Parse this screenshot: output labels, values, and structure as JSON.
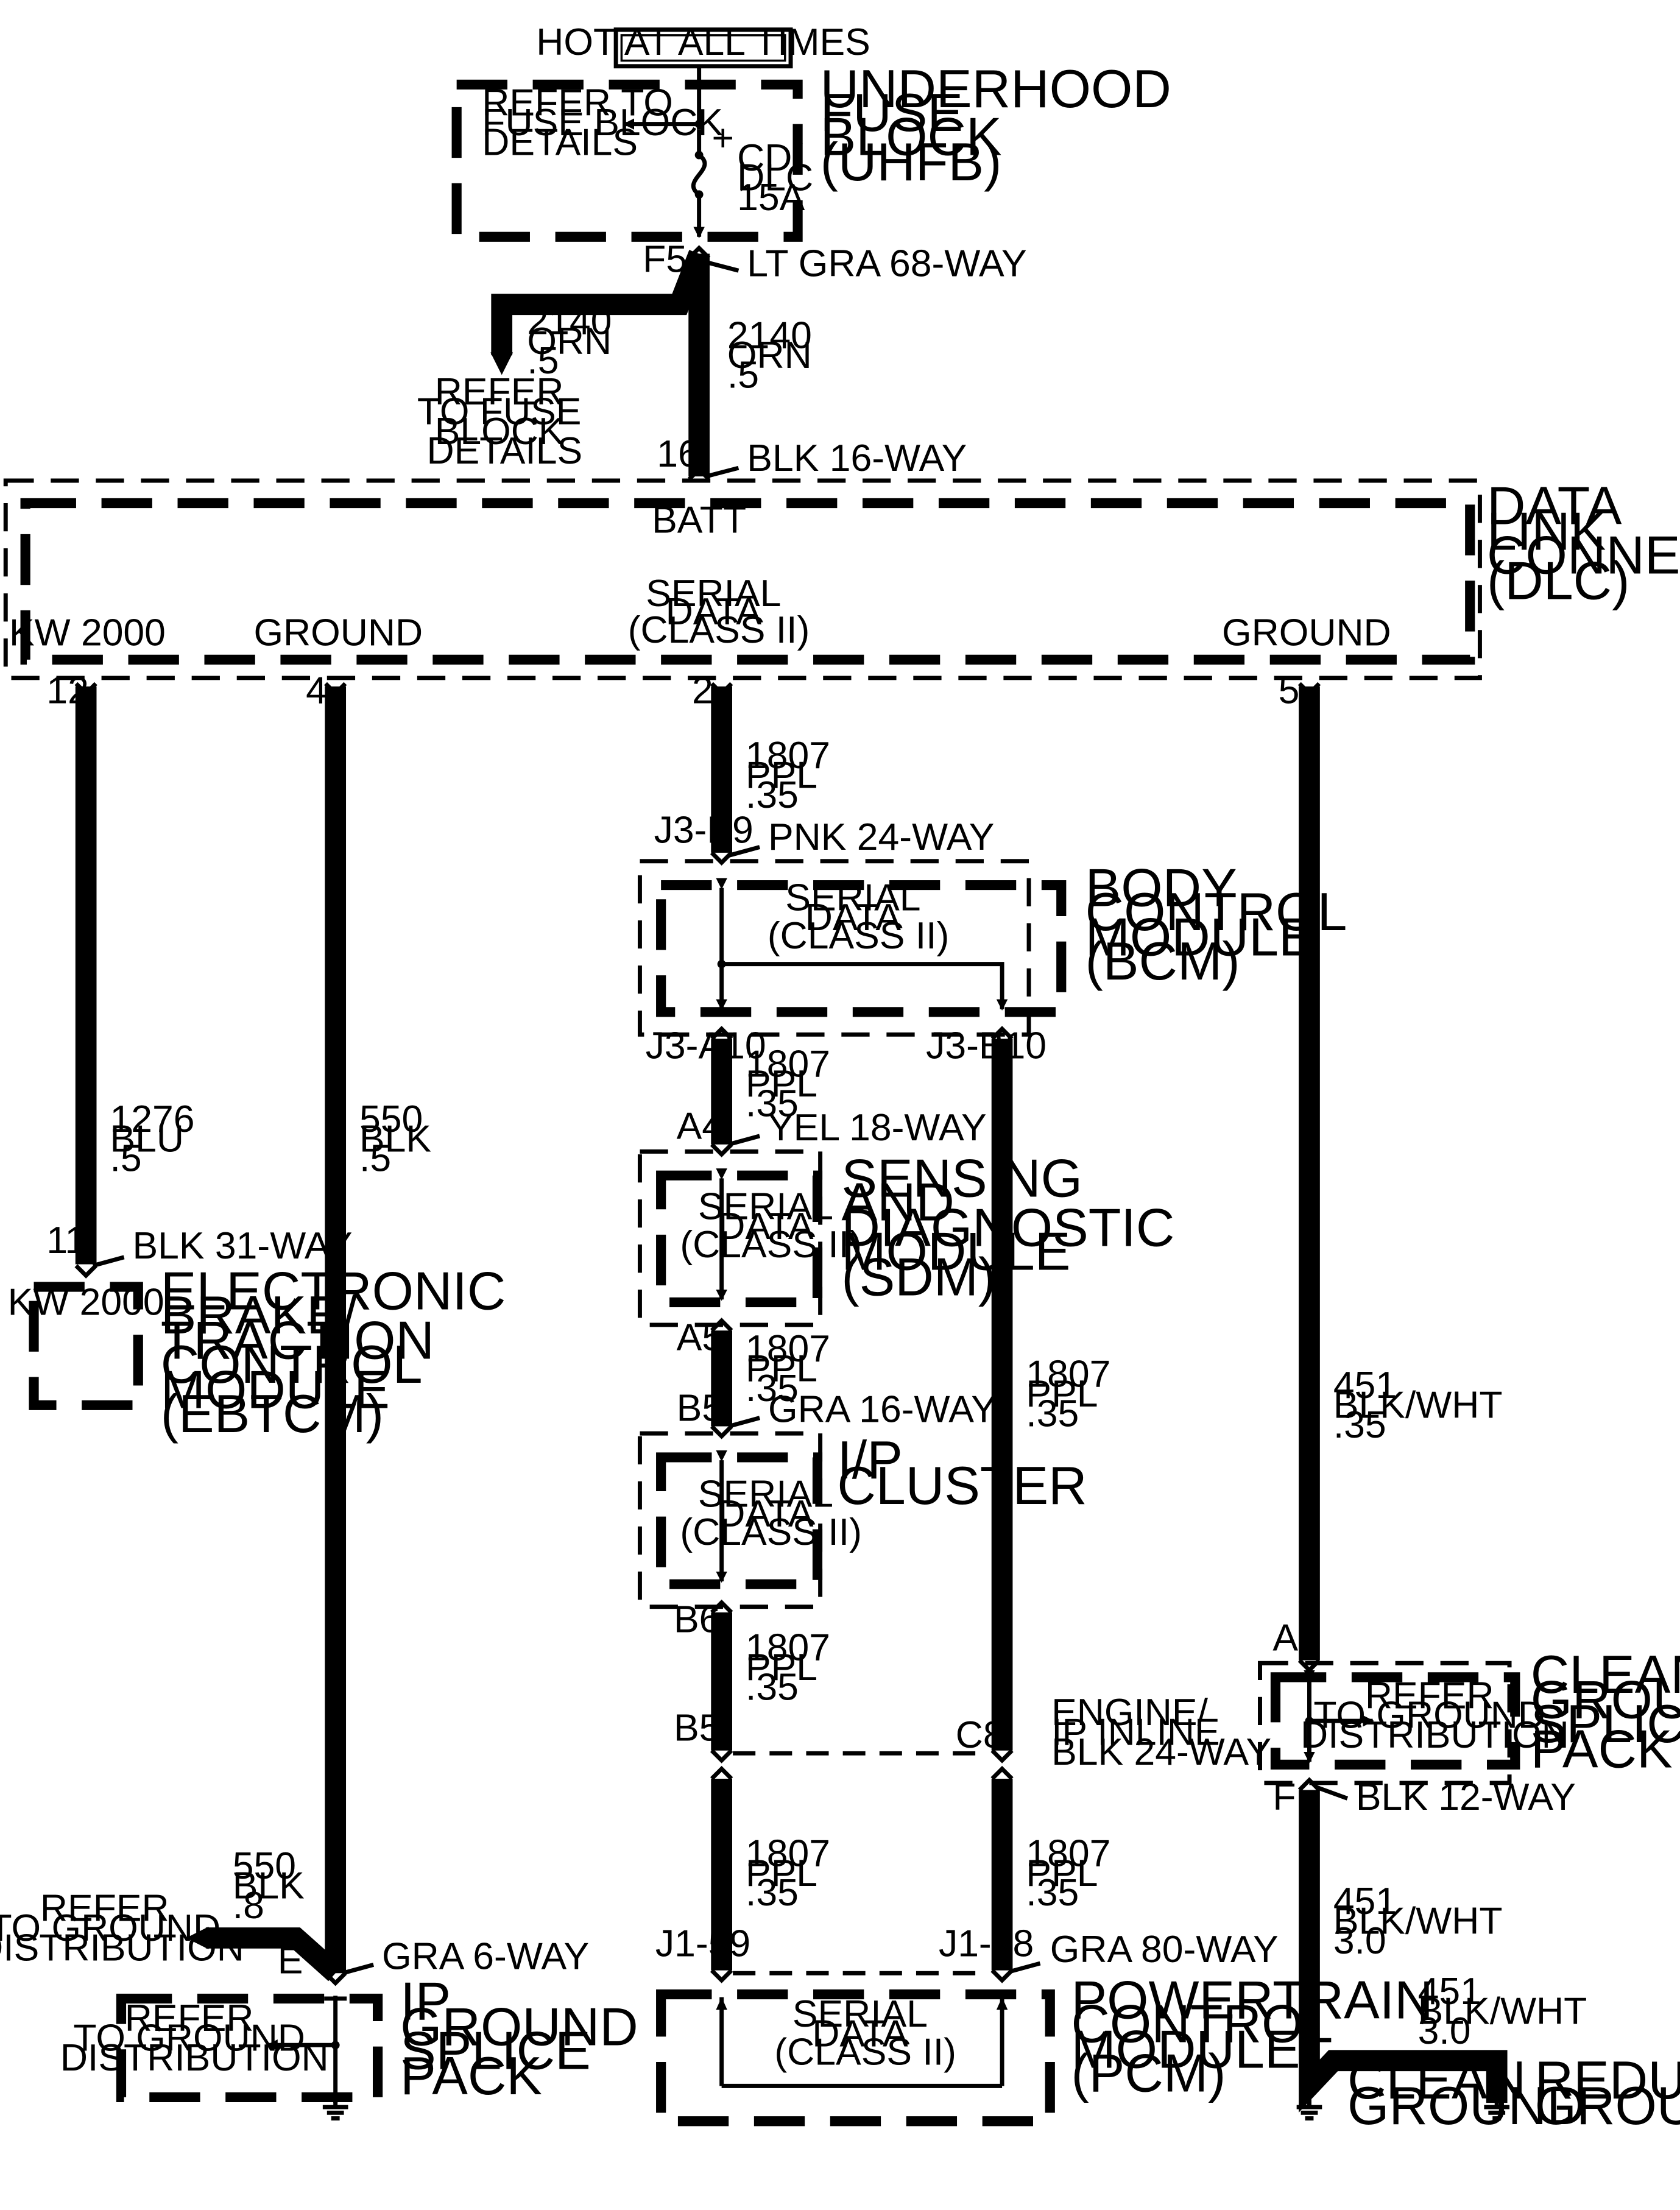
{
  "hot_label": "HOT AT ALL TIMES",
  "uhfb": {
    "refer": [
      "REFER TO",
      "FUSE BLOCK",
      "DETAILS"
    ],
    "fuse": [
      "CD/",
      "DLC",
      "15A"
    ],
    "plus": "+",
    "title": [
      "UNDERHOOD",
      "FUSE",
      "BLOCK",
      "(UHFB)"
    ]
  },
  "f5": {
    "pin": "F5",
    "connector": "LT GRA 68-WAY"
  },
  "wire_2140_left": [
    "2140",
    "ORN",
    ".5"
  ],
  "wire_2140_right": [
    "2140",
    "ORN",
    ".5"
  ],
  "refer_fuse": [
    "REFER",
    "TO FUSE",
    "BLOCK",
    "DETAILS"
  ],
  "dlc": {
    "pin": "16",
    "connector": "BLK 16-WAY",
    "batt": "BATT",
    "kw2000": "KW 2000",
    "ground_left": "GROUND",
    "serial": [
      "SERIAL",
      "DATA",
      "(CLASS II)"
    ],
    "ground_right": "GROUND",
    "title": [
      "DATA",
      "LINK",
      "CONNECTOR",
      "(DLC)"
    ],
    "pins": {
      "kw": "12",
      "gnd_left": "4",
      "serial": "2",
      "gnd_right": "5"
    }
  },
  "wire_1807_top": [
    "1807",
    "PPL",
    ".35"
  ],
  "bcm": {
    "pin_in": "J3-B9",
    "connector": "PNK 24-WAY",
    "serial": [
      "SERIAL",
      "DATA",
      "(CLASS II)"
    ],
    "title": [
      "BODY",
      "CONTROL",
      "MODULE",
      "(BCM)"
    ],
    "pin_out_left": "J3-A10",
    "pin_out_right": "J3-B10"
  },
  "wire_1807_bcm_sdm": [
    "1807",
    "PPL",
    ".35"
  ],
  "sdm": {
    "pin_in": "A4",
    "connector": "YEL 18-WAY",
    "serial": [
      "SERIAL",
      "DATA",
      "(CLASS II)"
    ],
    "title": [
      "SENSING",
      "AND",
      "DIAGNOSTIC",
      "MODULE",
      "(SDM)"
    ],
    "pin_out": "A5"
  },
  "wire_1807_sdm_ip": [
    "1807",
    "PPL",
    ".35"
  ],
  "ipc": {
    "pin_in": "B5",
    "connector": "GRA 16-WAY",
    "serial": [
      "SERIAL",
      "DATA",
      "(CLASS II)"
    ],
    "title": [
      "I/P",
      "CLUSTER"
    ],
    "pin_out": "B6"
  },
  "wire_1807_ip_inline": [
    "1807",
    "PPL",
    ".35"
  ],
  "wire_1807_right_long": [
    "1807",
    "PPL",
    ".35"
  ],
  "inline": {
    "pin_left": "B5",
    "pin_right": "C8",
    "connector": [
      "ENGINE/",
      "IP INLINE",
      "BLK 24-WAY"
    ]
  },
  "wire_1807_pcm_left": [
    "1807",
    "PPL",
    ".35"
  ],
  "wire_1807_pcm_right": [
    "1807",
    "PPL",
    ".35"
  ],
  "pcm": {
    "pin_left": "J1-59",
    "pin_right": "J1-58",
    "connector": "GRA 80-WAY",
    "serial": [
      "SERIAL",
      "DATA",
      "(CLASS II)"
    ],
    "title": [
      "POWERTRAIN",
      "CONTROL",
      "MODULE",
      "(PCM)"
    ]
  },
  "wire_1276": [
    "1276",
    "BLU",
    ".5"
  ],
  "ebtcm": {
    "pin": "11",
    "connector": "BLK 31-WAY",
    "kw2000": "KW 2000",
    "title": [
      "ELECTRONIC",
      "BRAKE/",
      "TRACTION",
      "CONTROL",
      "MODULE",
      "(EBTCM)"
    ]
  },
  "wire_550": [
    "550",
    "BLK",
    ".5"
  ],
  "wire_550_branch": [
    "550",
    "BLK",
    ".8"
  ],
  "refer_ground_left": [
    "REFER",
    "TO GROUND",
    "DISTRIBUTION"
  ],
  "ip_splice": {
    "pin": "E",
    "connector": "GRA 6-WAY",
    "refer": [
      "REFER",
      "TO GROUND",
      "DISTRIBUTION"
    ],
    "title": [
      "IP",
      "GROUND",
      "SPLICE",
      "PACK"
    ]
  },
  "wire_451_top": [
    "451",
    "BLK/WHT",
    ".35"
  ],
  "clean_splice": {
    "pin_in": "A",
    "pin_out": "F",
    "connector": "BLK 12-WAY",
    "refer": [
      "REFER",
      "TO GROUND",
      "DISTRIBUTION"
    ],
    "title": [
      "CLEAN",
      "GROUND",
      "SPLICE",
      "PACK"
    ]
  },
  "wire_451_bottom": [
    "451",
    "BLK/WHT",
    "3.0"
  ],
  "wire_451_redundant": [
    "451",
    "BLK/WHT",
    "3.0"
  ],
  "clean_ground": [
    "CLEAN",
    "GROUND"
  ],
  "redundant_ground": [
    "REDUNDANT",
    "GROUND"
  ]
}
